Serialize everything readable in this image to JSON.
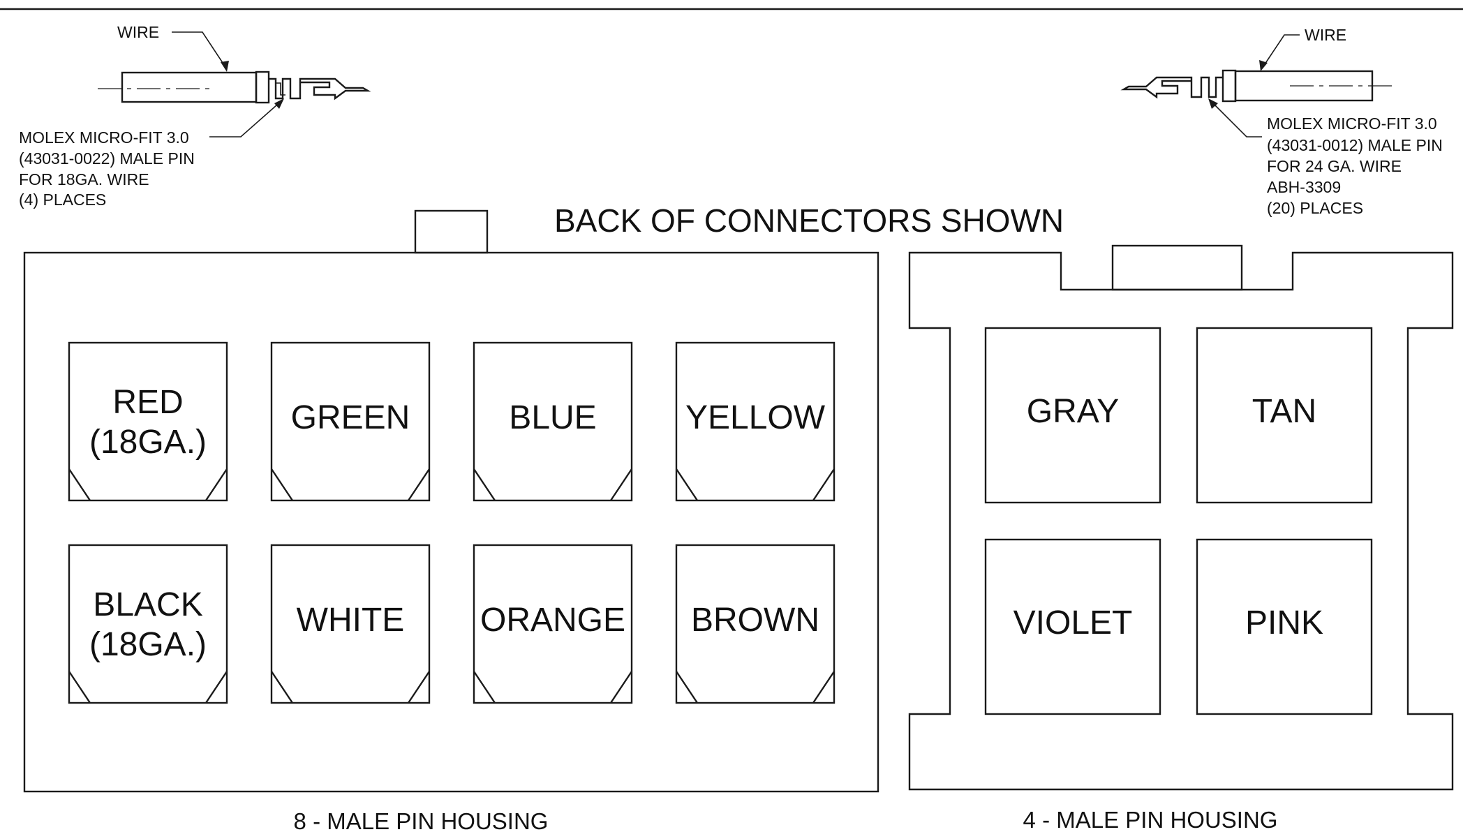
{
  "header": {
    "title": "BACK OF CONNECTORS SHOWN"
  },
  "pin_left": {
    "wire_label": "WIRE",
    "desc": [
      "MOLEX MICRO-FIT 3.0",
      "(43031-0022) MALE PIN",
      "FOR 18GA. WIRE",
      "(4) PLACES"
    ]
  },
  "pin_right": {
    "wire_label": "WIRE",
    "desc": [
      "MOLEX MICRO-FIT 3.0",
      "(43031-0012) MALE PIN",
      "FOR 24 GA. WIRE",
      "ABH-3309",
      "(20) PLACES"
    ]
  },
  "housing_8": {
    "caption": "8 - MALE PIN HOUSING",
    "pins": [
      {
        "lines": [
          "RED",
          "(18GA.)"
        ]
      },
      {
        "lines": [
          "GREEN"
        ]
      },
      {
        "lines": [
          "BLUE"
        ]
      },
      {
        "lines": [
          "YELLOW"
        ]
      },
      {
        "lines": [
          "BLACK",
          "(18GA.)"
        ]
      },
      {
        "lines": [
          "WHITE"
        ]
      },
      {
        "lines": [
          "ORANGE"
        ]
      },
      {
        "lines": [
          "BROWN"
        ]
      }
    ]
  },
  "housing_4": {
    "caption": "4 - MALE PIN HOUSING",
    "pins": [
      {
        "lines": [
          "GRAY"
        ]
      },
      {
        "lines": [
          "TAN"
        ]
      },
      {
        "lines": [
          "VIOLET"
        ]
      },
      {
        "lines": [
          "PINK"
        ]
      }
    ]
  },
  "colors": {
    "stroke": "#1a1a1a",
    "background": "#ffffff"
  }
}
